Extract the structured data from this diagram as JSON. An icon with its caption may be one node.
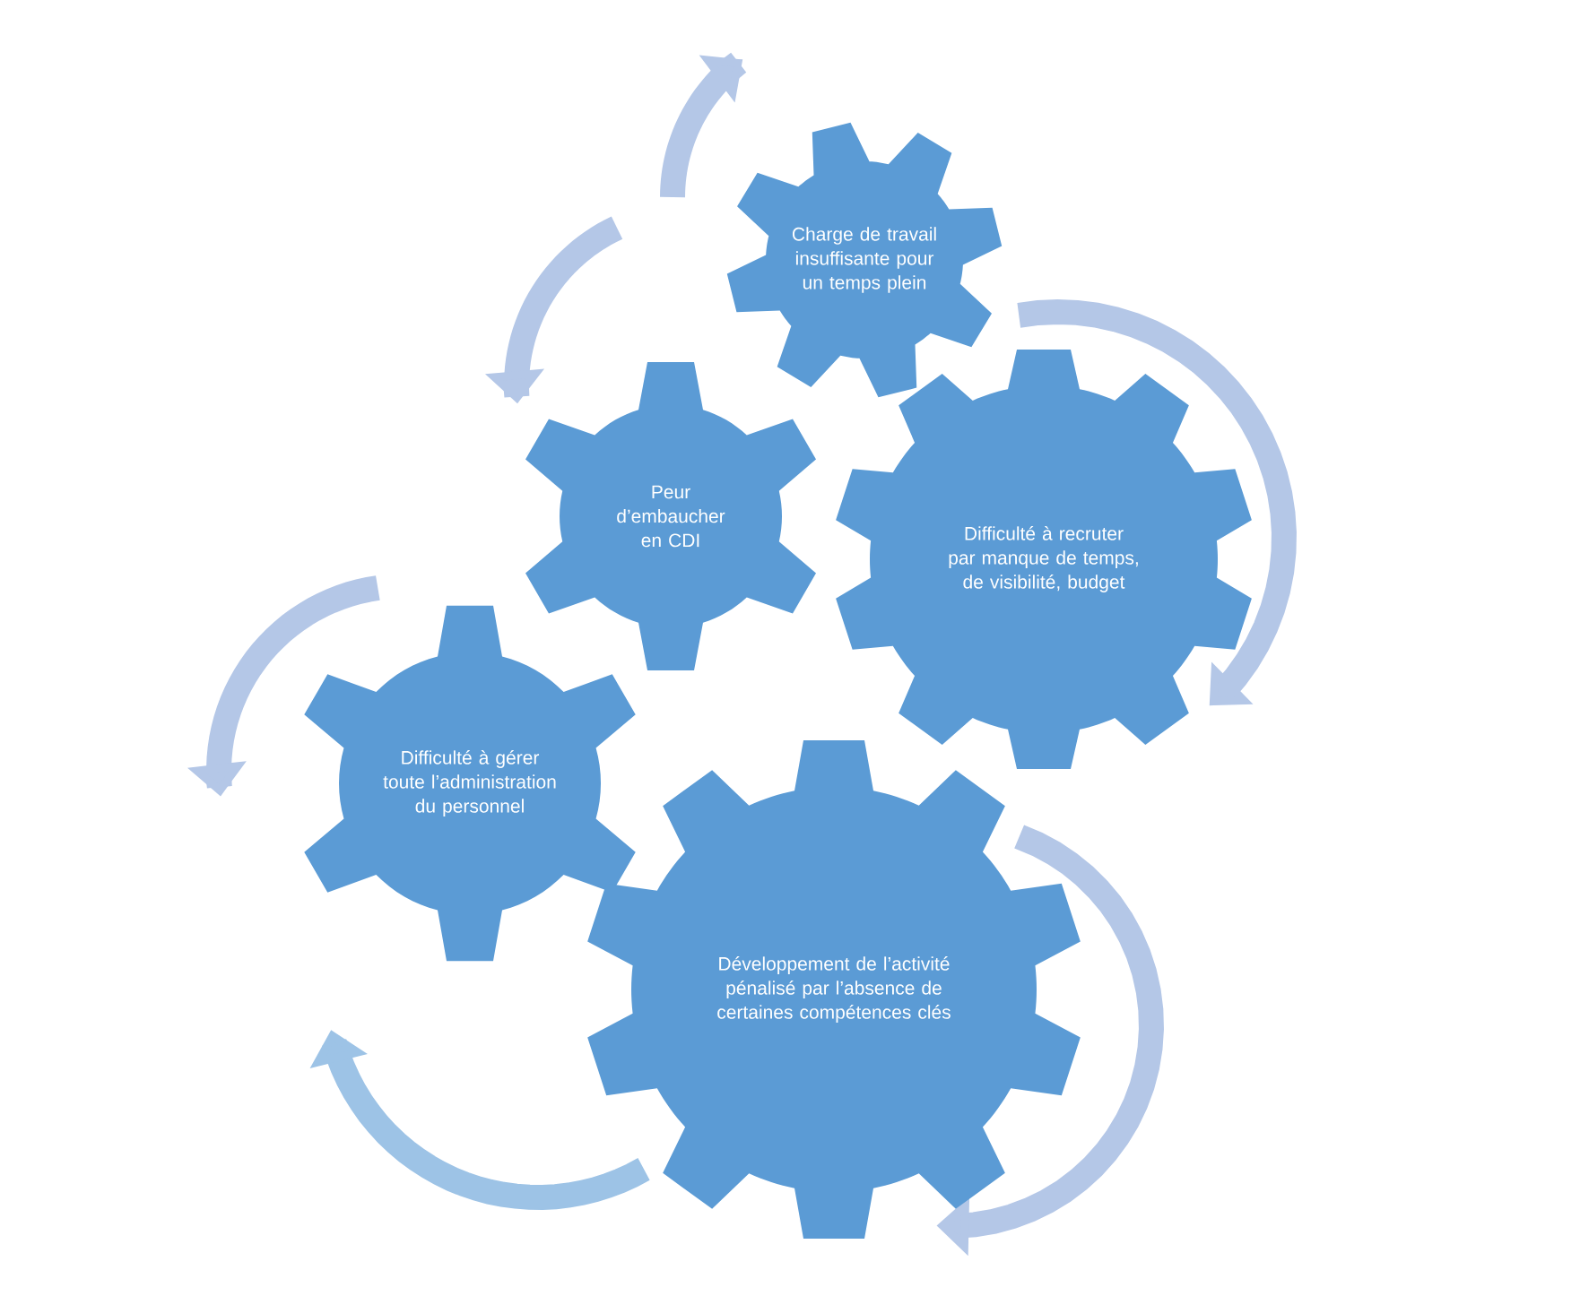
{
  "diagram": {
    "nodes": [
      {
        "text": [
          "Charge de travail insuffisante pour un temps plein"
        ]
      },
      {
        "text": [
          "Peur d’embaucher en CDI"
        ]
      },
      {
        "text": [
          "Difficulté à recruter par manque de temps, de visibilité, budget"
        ]
      },
      {
        "text": [
          "Difficulté à gérer toute l’administration du personnel"
        ]
      },
      {
        "text": [
          "Développement de l’activité pénalisé par l’absence de certaines compétences clés"
        ]
      }
    ]
  }
}
